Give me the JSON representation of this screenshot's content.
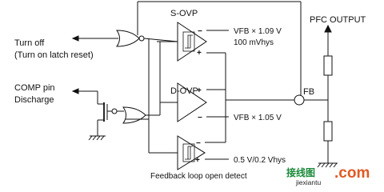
{
  "diagram": {
    "blocks": {
      "s_ovp": {
        "label": "S-OVP"
      },
      "d_ovp": {
        "label": "D-OVP"
      }
    },
    "labels": {
      "turn_off": "Turn off",
      "turn_on_latch": "(Turn on latch reset)",
      "comp_pin": "COMP pin",
      "discharge": "Discharge",
      "vfb_109": "VFB × 1.09 V",
      "mvhys": "100 mVhys",
      "vfb_105": "VFB × 1.05 V",
      "v05_02": "0.5 V/0.2 Vhys",
      "feedback_open": "Feedback loop open  detect",
      "pfc_output": "PFC OUTPUT",
      "fb": "FB"
    },
    "signs": {
      "plus": "+",
      "minus": "−"
    }
  },
  "watermark": {
    "logo_text": "接线图",
    "com_text": ".com",
    "site_text": "jiexiantu",
    "colors": {
      "logo": "#1a8a3a",
      "com": "#e05a24"
    }
  },
  "colors": {
    "line": "#111111",
    "resistor": "#444444"
  }
}
